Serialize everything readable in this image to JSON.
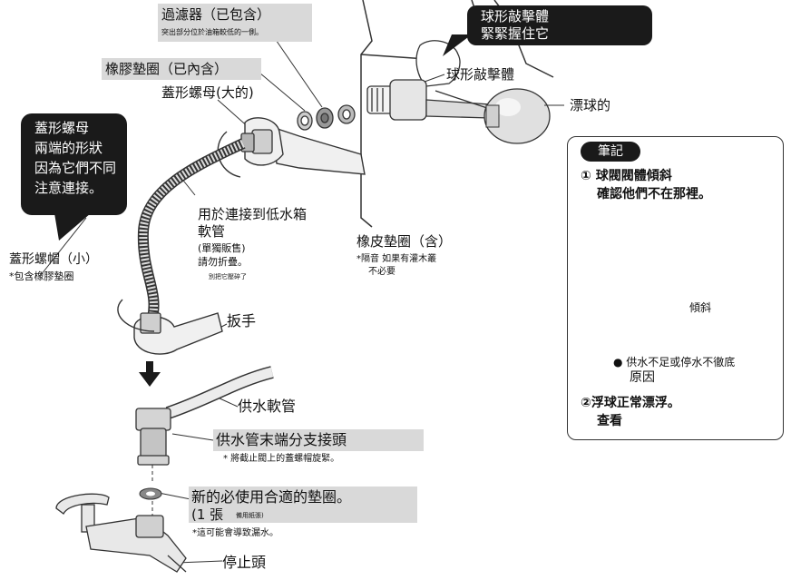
{
  "labels": {
    "filter_title": "過濾器（已包含）",
    "filter_note": "突出部分位於油箱較低的一側。",
    "rubber_gasket": "橡膠墊圈（已內含）",
    "cap_nut_large": "蓋形螺母(大的)",
    "callout_left": [
      "蓋形螺母",
      "兩端的形狀",
      "因為它們不同",
      "注意連接。"
    ],
    "callout_top": [
      "球形敲擊體",
      "緊緊握住它"
    ],
    "ball_striker": "球形敲擊體",
    "float_ball": "漂球的",
    "low_tank_hose": [
      "用於連接到低水箱",
      "軟管"
    ],
    "sold_separately": "(單獨販售)",
    "do_not_fold": "請勿折疊。",
    "do_not_crush": "別把它壓碎了",
    "cap_nut_small": "蓋形螺帽（小）",
    "includes_rubber_gasket": "*包含橡膠墊圈",
    "gasket_included": "橡皮墊圈（含）",
    "soundproof_note": [
      "*隔音  如果有灌木叢",
      "不必要"
    ],
    "wrench": "扳手",
    "supply_hose": "供水軟管",
    "branch_joint": "供水管末端分支接頭",
    "branch_note": "* 將截止閥上的蓋螺帽旋緊。",
    "new_gasket": "新的必使用合適的墊圈。",
    "one_sheet": "(1 張",
    "sold_sep_small": "備用紙張)",
    "leak_note": "*這可能會導致漏水。",
    "stop_valve": "停止頭"
  },
  "memo": {
    "title": "筆記",
    "item1": [
      "① 球閥閥體傾斜",
      "確認他們不在那裡。"
    ],
    "tilt_label": "傾斜",
    "bullet_note": [
      "● 供水不足或停水不徹底",
      "原因"
    ],
    "item2": [
      "②浮球正常漂浮。",
      "查看"
    ],
    "ok_symbol": "circle-ok",
    "ng_symbol": "cross-ng"
  },
  "colors": {
    "gray_label_bg": "#d9d9d9",
    "callout_bg": "#1a1a1a",
    "ok_gray": "#bdbdbd",
    "ng_gray": "#a9a9a9"
  }
}
